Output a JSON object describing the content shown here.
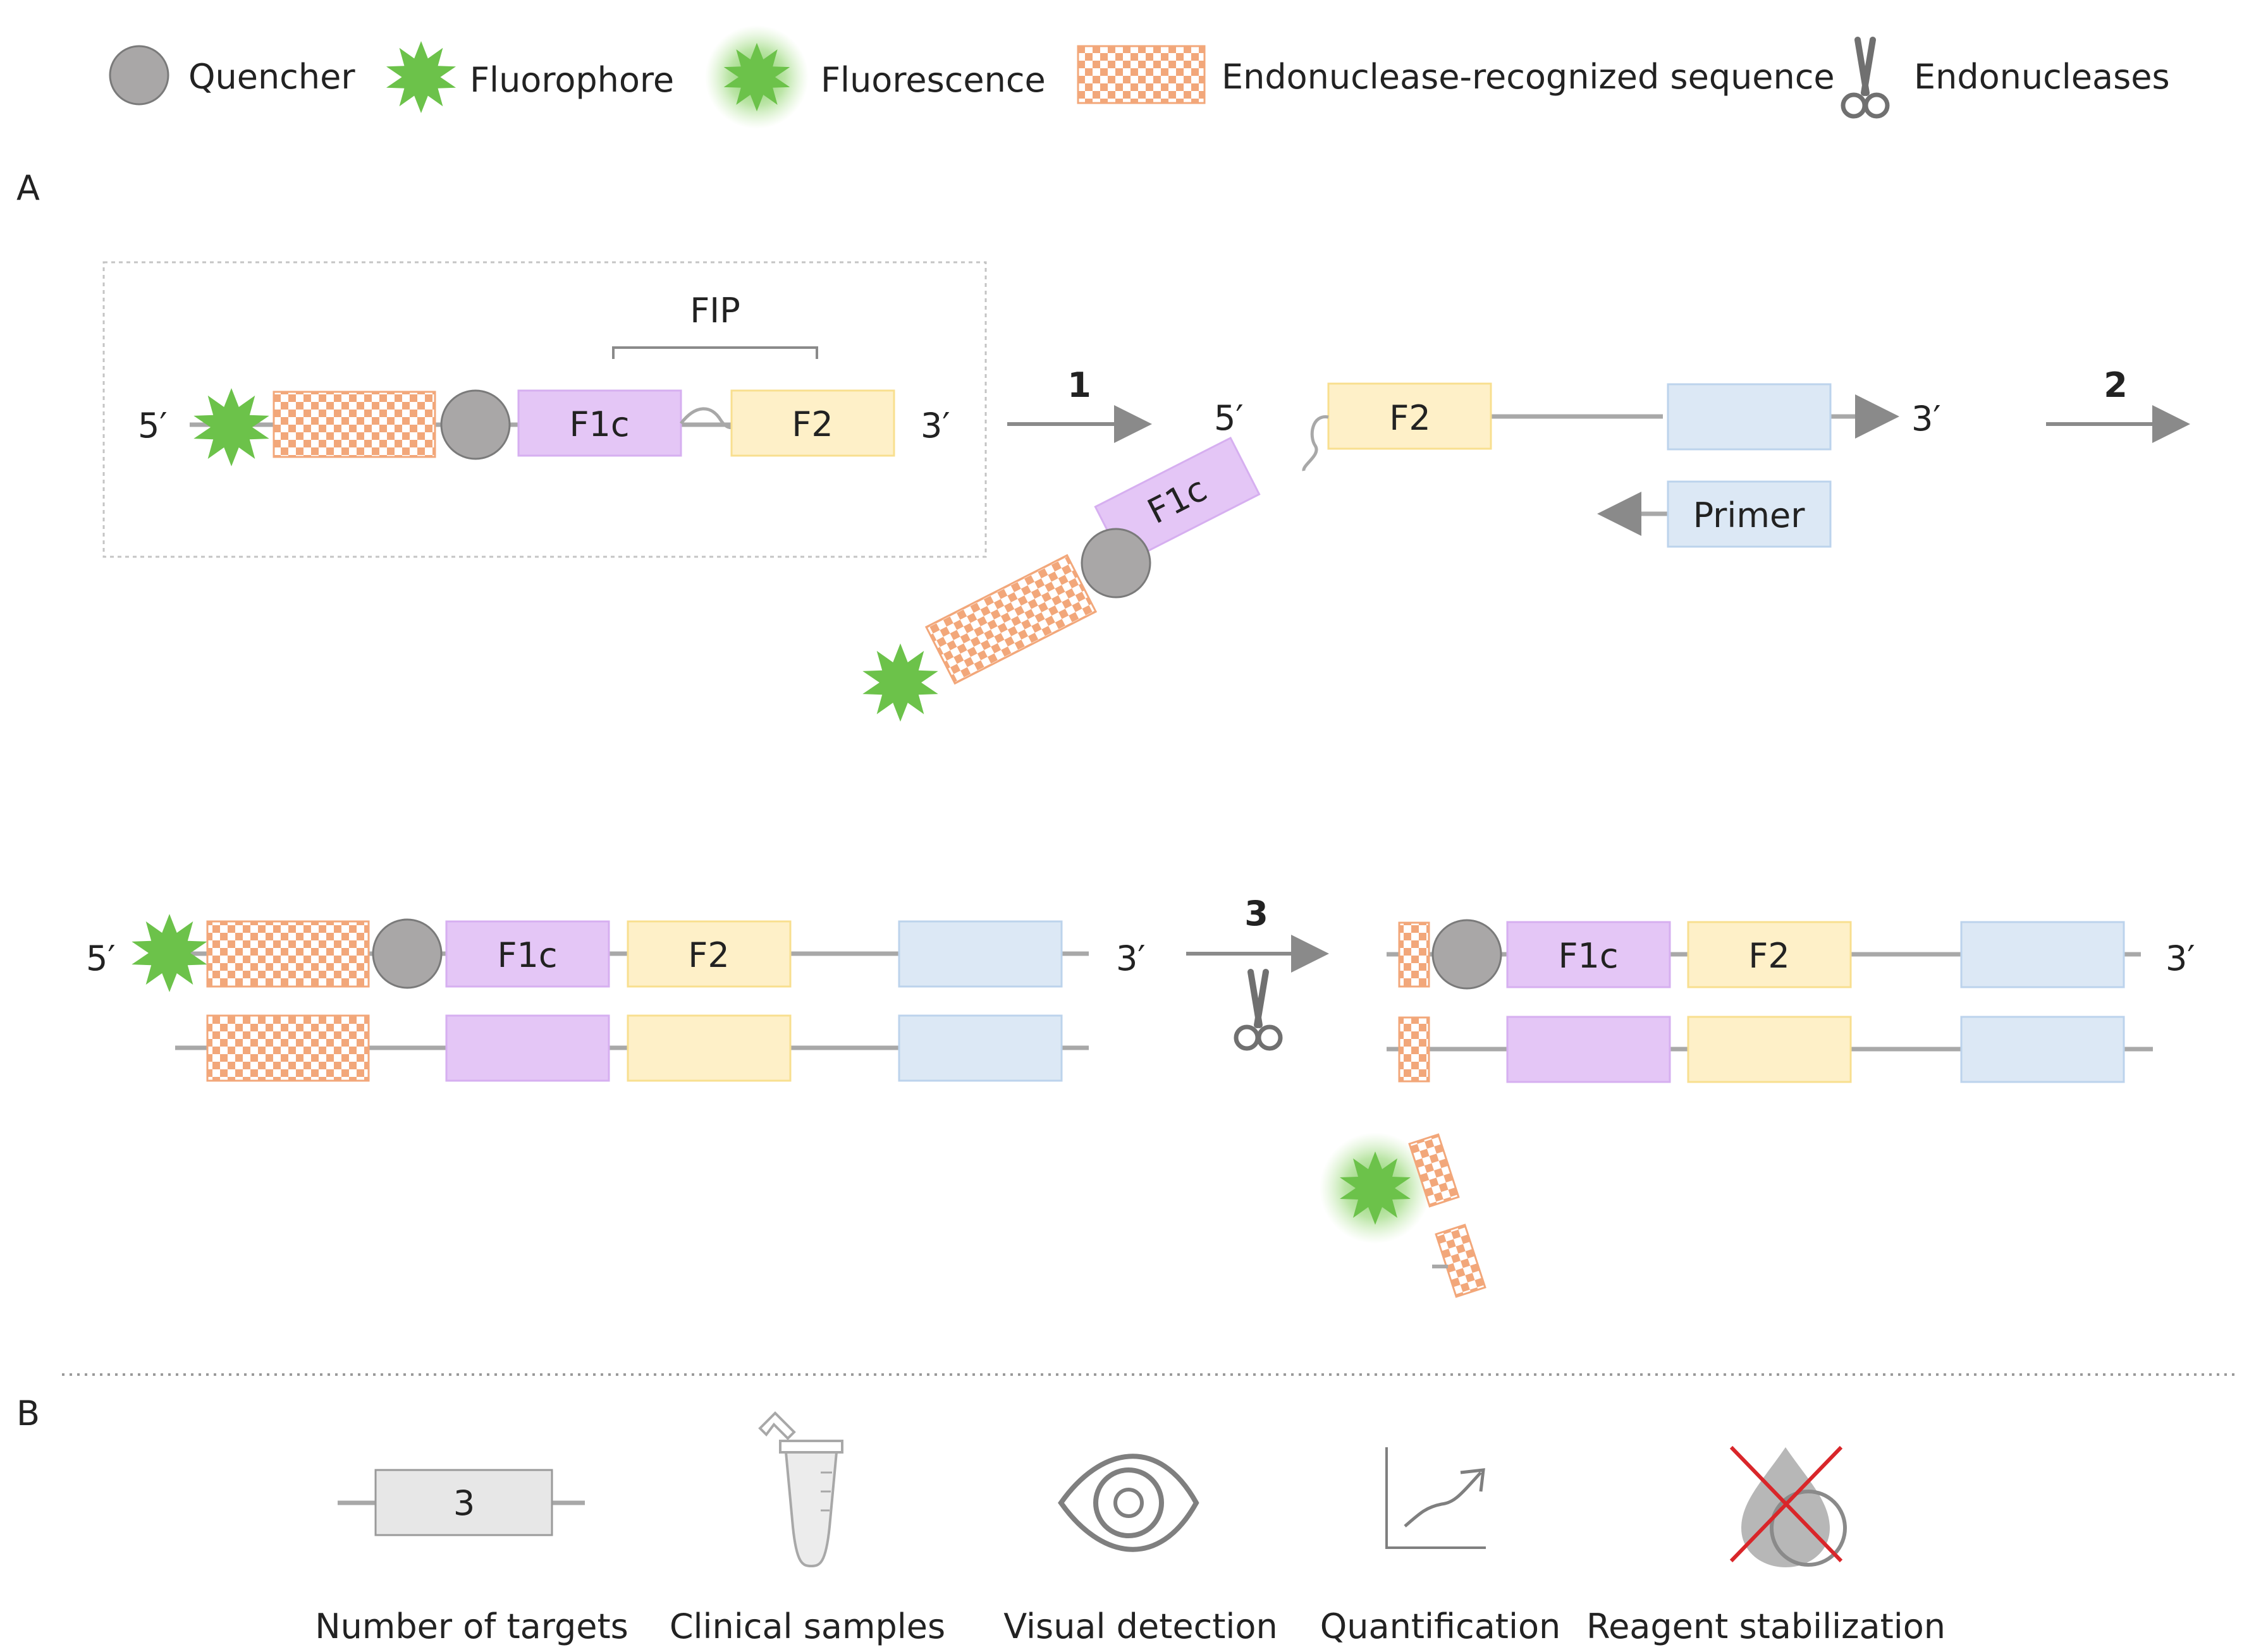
{
  "legend": {
    "quencher": "Quencher",
    "fluorophore": "Fluorophore",
    "fluorescence": "Fluorescence",
    "recognized_sequence": "Endonuclease-recognized sequence",
    "endonucleases": "Endonucleases"
  },
  "panel_a": {
    "label": "A",
    "fip": "FIP",
    "prime5": "5′",
    "prime3": "3′",
    "f1c": "F1c",
    "f2": "F2",
    "primer": "Primer",
    "step1": "1",
    "step2": "2",
    "step3": "3"
  },
  "panel_b": {
    "label": "B",
    "targets_value": "3",
    "features": [
      "Number of targets",
      "Clinical samples",
      "Visual detection",
      "Quantification",
      "Reagent stabilization"
    ]
  },
  "colors": {
    "fluorophore": "#6cc24a",
    "quencher": "#a9a7a7",
    "f1c": "#e4c6f6",
    "f2": "#fef0c8",
    "primer_box": "#dce8f5",
    "checker": "#f2a77a",
    "strand": "#a8a8a8",
    "cross": "#d9262a"
  }
}
